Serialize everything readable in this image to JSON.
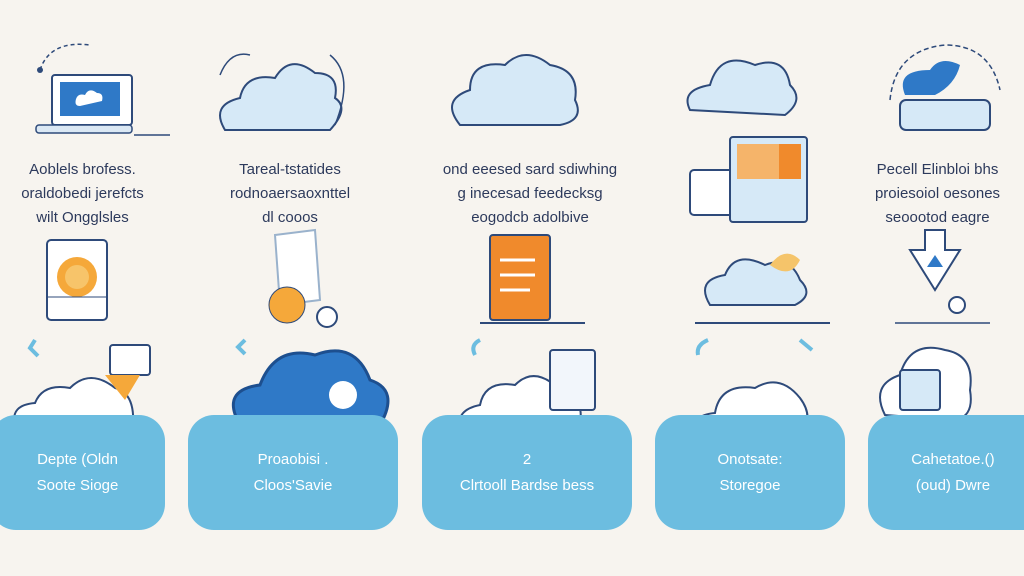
{
  "columns": [
    {
      "text": [
        "Aoblels brofess.",
        "oraldobedi jerefcts",
        "wilt Ongglsles"
      ],
      "panel": [
        "Depte (Oldn",
        "Soote Sioge"
      ],
      "top_icon": "laptop-cloud-icon",
      "mid_icon": "tablet-coin-icon",
      "bottom_icon": "cloud-hand-icon"
    },
    {
      "text": [
        "Tareal-tstatides",
        "rodnoaersaoxnttel",
        "dl cooos"
      ],
      "panel": [
        "Proaobisi .",
        "Cloos'Savie"
      ],
      "top_icon": "cloud-icon",
      "mid_icon": "document-coin-icon",
      "bottom_icon": "cloud-upload-icon"
    },
    {
      "text": [
        "ond eeesed sard sdiwhing",
        "g inecesad feedecksg",
        "eogodcb adolbive"
      ],
      "panel": [
        "2",
        "Clrtooll Bardse bess"
      ],
      "top_icon": "cloud-icon",
      "mid_icon": "document-icon",
      "bottom_icon": "cloud-document-icon"
    },
    {
      "text": [],
      "panel": [
        "Onotsate:",
        "Storegoe"
      ],
      "top_icon": "cloud-window-icon",
      "mid_icon": "cloud-drive-icon",
      "bottom_icon": "cloud-icon"
    },
    {
      "text": [
        "Pecell Elinbloi bhs",
        "proiesoiol oesones",
        "seoootod eagre"
      ],
      "panel": [
        "Cahetatoe.()",
        "(oud) Dwre"
      ],
      "top_icon": "cloud-server-icon",
      "mid_icon": "download-shield-icon",
      "bottom_icon": "cloud-files-icon"
    }
  ],
  "colors": {
    "background": "#f7f4ef",
    "panel": "#6cbde0",
    "cloud_fill": "#d6e9f7",
    "accent_blue": "#2f79c7",
    "accent_orange": "#f08a2c",
    "outline": "#2e4a7a"
  }
}
